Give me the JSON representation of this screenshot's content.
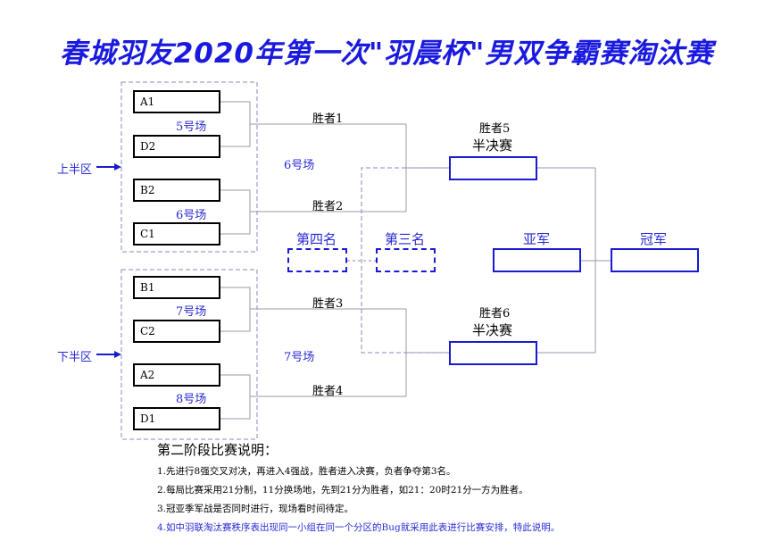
{
  "title": "春城羽友2020年第一次\"羽晨杯\"男双争霸赛淘汰赛",
  "halves": {
    "upper": "上半区",
    "lower": "下半区"
  },
  "slots": [
    "A1",
    "D2",
    "B2",
    "C1",
    "B1",
    "C2",
    "A2",
    "D1"
  ],
  "venues": {
    "r1_a": "5号场",
    "r1_b": "6号场",
    "r1_c": "7号场",
    "r1_d": "8号场",
    "r2_upper": "6号场",
    "r2_lower": "7号场"
  },
  "winners": [
    "胜者1",
    "胜者2",
    "胜者3",
    "胜者4"
  ],
  "semis": {
    "upper": {
      "winner": "胜者5",
      "label": "半决赛"
    },
    "lower": {
      "winner": "胜者6",
      "label": "半决赛"
    }
  },
  "places": {
    "fourth": "第四名",
    "third": "第三名",
    "runner_up": "亚军",
    "champion": "冠军"
  },
  "notes": {
    "heading": "第二阶段比赛说明：",
    "items": [
      "1.先进行8强交叉对决，再进入4强战，胜者进入决赛，负者争夺第3名。",
      "2.每局比赛采用21分制，11分换场地，先到21分为胜者，如21：20时21分一方为胜者。",
      "3.冠亚季军战是否同时进行，现场看时间待定。",
      "4.如中羽联淘汰赛秩序表出现同一小组在同一个分区的Bug就采用此表进行比赛安排，特此说明。"
    ]
  },
  "colors": {
    "title": "#1a1adf",
    "accent": "#1a1ad0",
    "venue": "#2a2ad6",
    "line": "#9a9aae"
  }
}
